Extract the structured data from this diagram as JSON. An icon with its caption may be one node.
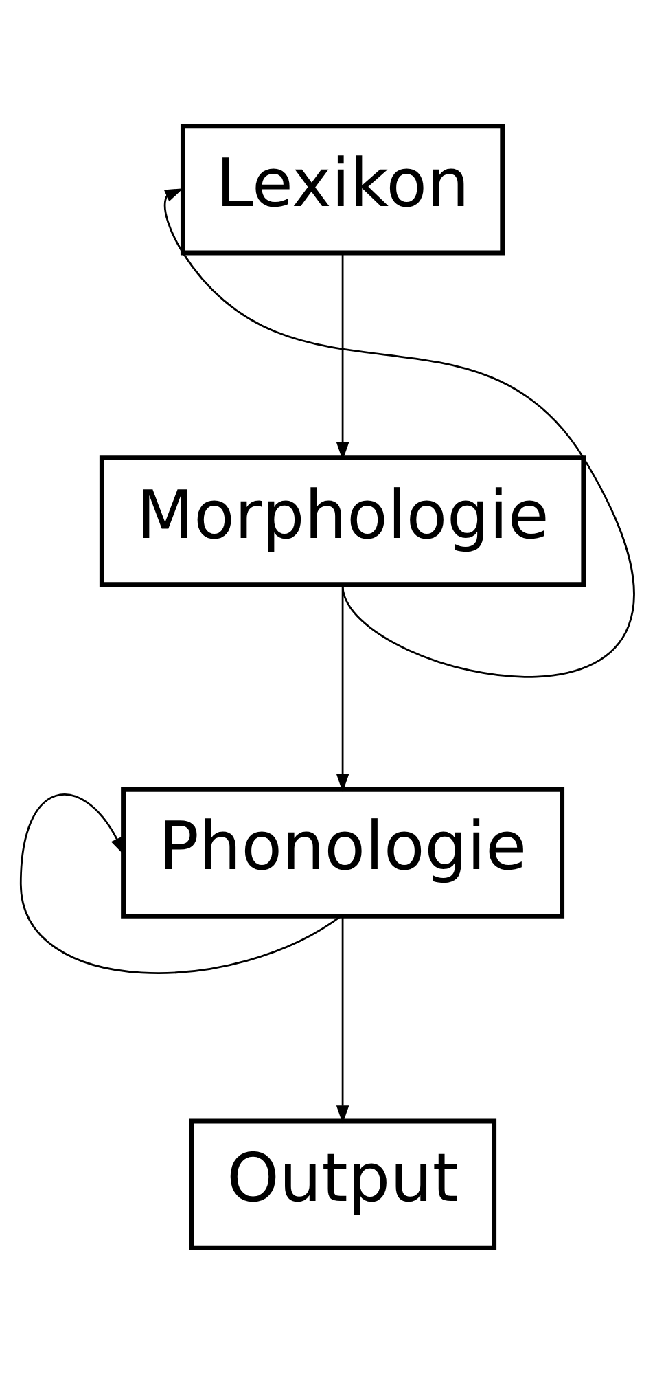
{
  "diagram": {
    "nodes": [
      {
        "text": [
          "Lexikon"
        ]
      },
      {
        "text": [
          "Morphologie"
        ]
      },
      {
        "text": [
          "Phonologie"
        ]
      },
      {
        "text": [
          "Output"
        ]
      }
    ],
    "edges": [
      {
        "from": 0,
        "to": 1,
        "arrow": "to"
      },
      {
        "from": 1,
        "to": 0,
        "arrow": "to"
      },
      {
        "from": 1,
        "to": 2,
        "arrow": "to"
      },
      {
        "from": 2,
        "to": 2,
        "arrow": "to"
      },
      {
        "from": 2,
        "to": 3,
        "arrow": "to"
      }
    ]
  }
}
